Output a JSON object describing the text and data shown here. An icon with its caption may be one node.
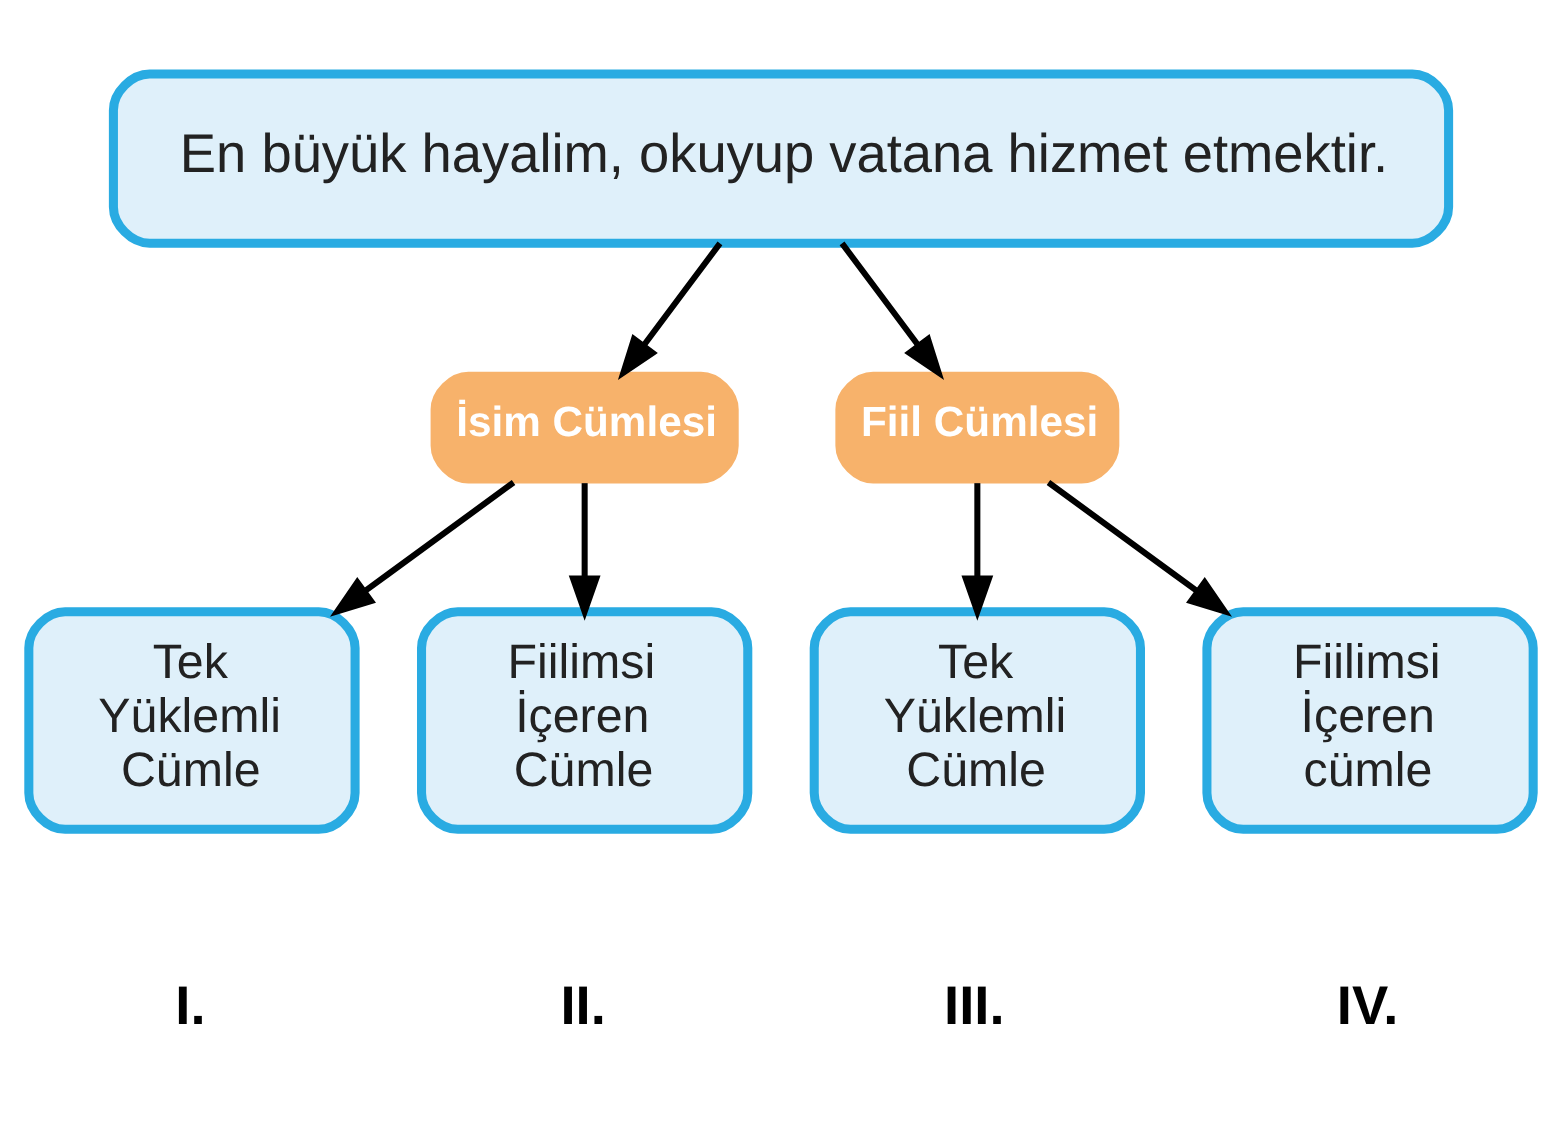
{
  "diagram": {
    "nodes": [
      {
        "text": [
          "En büyük hayalim, okuyup vatana hizmet etmektir."
        ]
      },
      {
        "text": [
          "İsim Cümlesi"
        ]
      },
      {
        "text": [
          "Fiil Cümlesi"
        ]
      },
      {
        "text": [
          "Tek Yüklemli Cümle"
        ],
        "beside": [
          "I."
        ]
      },
      {
        "text": [
          "Fiilimsi İçeren Cümle"
        ],
        "beside": [
          "II."
        ]
      },
      {
        "text": [
          "Tek Yüklemli Cümle"
        ],
        "beside": [
          "III."
        ]
      },
      {
        "text": [
          "Fiilimsi İçeren cümle"
        ],
        "beside": [
          "IV."
        ]
      }
    ],
    "edges": [
      {
        "from": 0,
        "to": 1,
        "arrow": "to"
      },
      {
        "from": 0,
        "to": 2,
        "arrow": "to"
      },
      {
        "from": 1,
        "to": 3,
        "arrow": "to"
      },
      {
        "from": 1,
        "to": 4,
        "arrow": "to"
      },
      {
        "from": 2,
        "to": 5,
        "arrow": "to"
      },
      {
        "from": 2,
        "to": 6,
        "arrow": "to"
      }
    ]
  }
}
